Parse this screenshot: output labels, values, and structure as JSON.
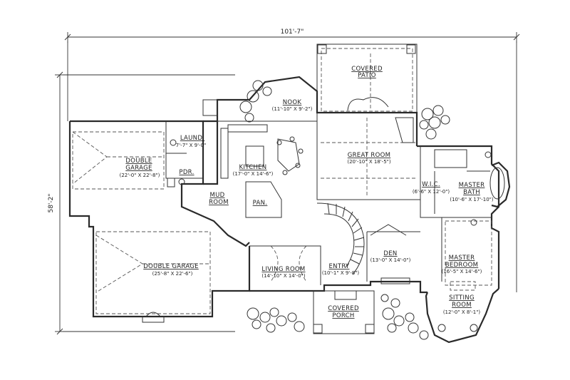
{
  "dimensions": {
    "overall_width": "101'-7\"",
    "overall_depth": "58'-2\""
  },
  "rooms": [
    {
      "id": "covered-patio",
      "name": [
        "COVERED",
        "PATIO"
      ],
      "size": ""
    },
    {
      "id": "nook",
      "name": [
        "NOOK"
      ],
      "size": "(11'-10\" X 9'-2\")"
    },
    {
      "id": "laund",
      "name": [
        "LAUND."
      ],
      "size": "7'-7\" X 9'-0\""
    },
    {
      "id": "double-garage-1",
      "name": [
        "DOUBLE",
        "GARAGE"
      ],
      "size": "(22'-0\" X 22'-8\")"
    },
    {
      "id": "pdr",
      "name": [
        "PDR."
      ],
      "size": ""
    },
    {
      "id": "kitchen",
      "name": [
        "KITCHEN"
      ],
      "size": "(17'-0\" X 14'-6\")"
    },
    {
      "id": "mud-room",
      "name": [
        "MUD",
        "ROOM"
      ],
      "size": ""
    },
    {
      "id": "pan",
      "name": [
        "PAN."
      ],
      "size": ""
    },
    {
      "id": "great-room",
      "name": [
        "GREAT ROOM"
      ],
      "size": "(20'-10\" X 18'-5\")"
    },
    {
      "id": "wic",
      "name": [
        "W.I.C."
      ],
      "size": "(6'-6\" X 12'-0\")"
    },
    {
      "id": "master-bath",
      "name": [
        "MASTER",
        "BATH"
      ],
      "size": "(10'-6\" X 17'-10\")"
    },
    {
      "id": "double-garage-2",
      "name": [
        "DOUBLE GARAGE"
      ],
      "size": "(25'-8\" X 22'-6\")"
    },
    {
      "id": "living-room",
      "name": [
        "LIVING ROOM"
      ],
      "size": "(14'-10\" X 14'-0\")"
    },
    {
      "id": "entry",
      "name": [
        "ENTRY"
      ],
      "size": "(10'-1\" X 9'-8\")"
    },
    {
      "id": "den",
      "name": [
        "DEN"
      ],
      "size": "(13'-0\" X 14'-0\")"
    },
    {
      "id": "master-bedroom",
      "name": [
        "MASTER",
        "BEDROOM"
      ],
      "size": "(16'-5\" X 14'-6\")"
    },
    {
      "id": "sitting-room",
      "name": [
        "SITTING",
        "ROOM"
      ],
      "size": "(12'-0\" X 8'-1\")"
    },
    {
      "id": "covered-porch",
      "name": [
        "COVERED",
        "PORCH"
      ],
      "size": ""
    }
  ]
}
